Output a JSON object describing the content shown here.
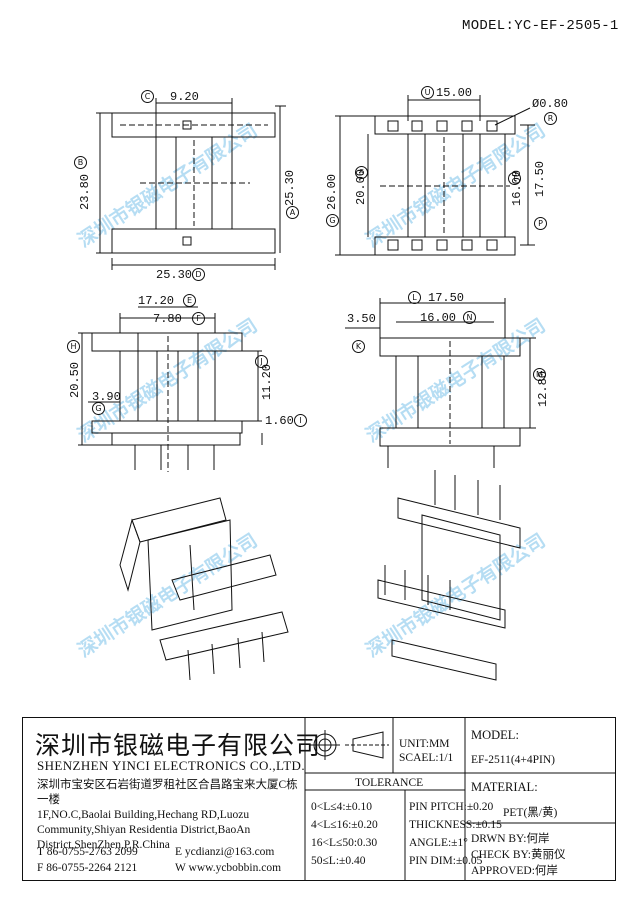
{
  "model_header": "MODEL:YC-EF-2505-1",
  "watermark": "深圳市银磁电子有限公司",
  "dims": {
    "C": "9.20",
    "B": "23.80",
    "A": "25.30",
    "D": "25.30",
    "U": "15.00",
    "R": "Ø0.80",
    "G": "26.00",
    "S": "20.00",
    "T": "16.00",
    "P": "17.50",
    "E": "17.20",
    "F": "7.80",
    "H": "20.50",
    "J": "11.20",
    "I": "1.60",
    "G2": "3.90",
    "L": "17.50",
    "N": "16.00",
    "K": "3.50",
    "M": "12.80"
  },
  "labels": {
    "A": "A",
    "B": "B",
    "C": "C",
    "D": "D",
    "E": "E",
    "F": "F",
    "G": "G",
    "H": "H",
    "I": "I",
    "J": "J",
    "K": "K",
    "L": "L",
    "M": "M",
    "N": "N",
    "P": "P",
    "R": "R",
    "S": "S",
    "T": "T",
    "U": "U"
  },
  "title_block": {
    "company_cn": "深圳市银磁电子有限公司",
    "company_en": "SHENZHEN YINCI ELECTRONICS CO.,LTD.",
    "address": [
      "深圳市宝安区石岩街道罗租社区合昌路宝来大厦C栋一楼",
      "1F,NO.C,Baolai Building,Hechang RD,Luozu",
      "Community,Shiyan Residentia District,BaoAn",
      "District,ShenZhen,P.R.China"
    ],
    "tel": "T  86-0755-2763 2099",
    "fax": "F  86-0755-2264 2121",
    "email": "E  ycdianzi@163.com",
    "web": "W  www.ycbobbin.com",
    "unit": "UNIT:MM",
    "scale": "SCAEL:1/1",
    "model_label": "MODEL:",
    "model_value": "EF-2511(4+4PIN)",
    "tolerance_title": "TOLERANCE",
    "tol_left": [
      "0<L≤4:±0.10",
      "4<L≤16:±0.20",
      "16<L≤50:0.30",
      "50≤L:±0.40"
    ],
    "tol_right": [
      "PIN PITCH:±0.20",
      "THICKNESS:±0.15",
      "ANGLE:±1°",
      "PIN DIM:±0.05"
    ],
    "material_label": "MATERIAL:",
    "material_value": "PET(黑/黄)",
    "drawn": "DRWN BY:何岸",
    "check": "CHECK BY:黄丽仪",
    "approved": "APPROVED:何岸"
  }
}
